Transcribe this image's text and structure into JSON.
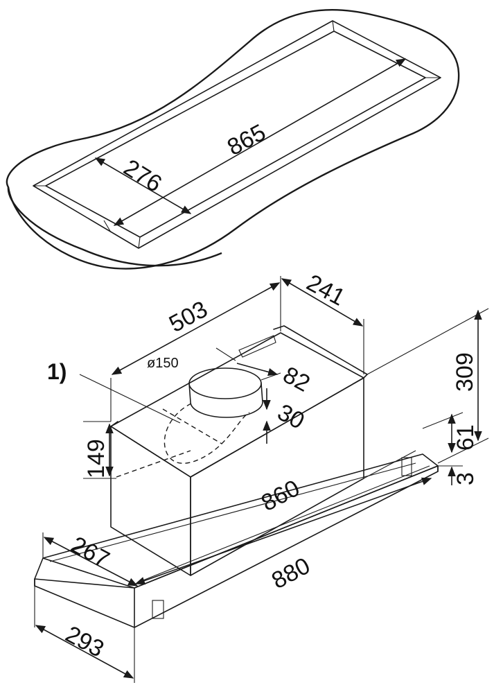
{
  "cutout": {
    "length": "865",
    "width": "276"
  },
  "hood": {
    "box_length": "503",
    "box_depth": "241",
    "total_height": "309",
    "duct_diameter": "ø150",
    "duct_offset": "82",
    "duct_height": "30",
    "box_height": "149",
    "motor_length": "860",
    "frame_height": "61",
    "frame_thickness": "3",
    "inner_depth": "267",
    "outer_length": "880",
    "outer_depth": "293",
    "footnote_marker": "1)"
  },
  "colors": {
    "line": "#1a1a1a",
    "panel_fill": "#ffffff"
  }
}
